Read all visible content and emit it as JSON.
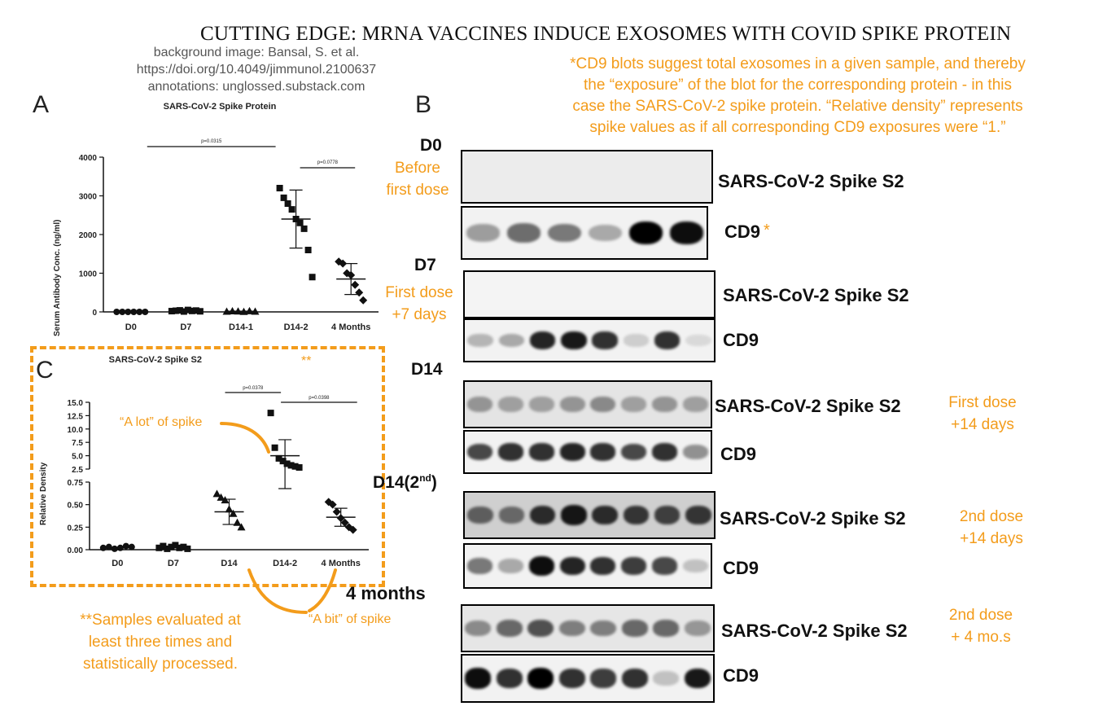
{
  "title": "CUTTING EDGE: MRNA VACCINES INDUCE EXOSOMES WITH COVID SPIKE PROTEIN",
  "credit": {
    "line1": "background image: Bansal, S. et al.",
    "line2": "https://doi.org/10.4049/jimmunol.2100637",
    "line3": "annotations: unglossed.substack.com"
  },
  "top_note": {
    "line1": "*CD9 blots suggest total exosomes in a given sample, and thereby",
    "line2": "the “exposure” of the blot for the corresponding protein - in this",
    "line3": "case the SARS-CoV-2 spike protein. “Relative density” represents",
    "line4": "spike values as if all corresponding CD9 exposures were “1.”"
  },
  "panel_a": {
    "letter": "A",
    "chart_data": {
      "type": "scatter",
      "title": "SARS-CoV-2 Spike Protein",
      "ylabel": "Serum Antibody Conc. (ng/ml)",
      "categories": [
        "D0",
        "D7",
        "D14-1",
        "D14-2",
        "4 Months"
      ],
      "ylim": [
        0,
        4000
      ],
      "yticks": [
        "0",
        "1000",
        "2000",
        "3000",
        "4000"
      ],
      "points": [
        [
          0,
          0,
          0,
          0,
          0,
          0
        ],
        [
          20,
          30,
          40,
          10,
          50,
          25,
          35,
          15
        ],
        [
          10,
          20,
          15,
          5,
          25,
          10
        ],
        [
          3200,
          2950,
          2800,
          2650,
          2400,
          2300,
          2150,
          1600,
          900
        ],
        [
          1300,
          1250,
          1000,
          950,
          700,
          500,
          300
        ]
      ],
      "means": [
        0,
        30,
        15,
        2400,
        850
      ],
      "sd": [
        0,
        10,
        5,
        750,
        400
      ],
      "significance": [
        {
          "from": 0,
          "to": 3,
          "label": "p=0.0315"
        },
        {
          "from": 3,
          "to": 4,
          "label": "p=0.0778"
        }
      ],
      "grid": false
    }
  },
  "panel_c": {
    "letter": "C",
    "star_suffix": "**",
    "chart_data": {
      "type": "scatter",
      "title": "SARS-CoV-2 Spike S2",
      "ylabel": "Relative Density",
      "categories": [
        "D0",
        "D7",
        "D14",
        "D14-2",
        "4 Months"
      ],
      "ylim_lower": [
        0,
        0.75
      ],
      "ylim_upper": [
        2.5,
        15.0
      ],
      "yticks_lower": [
        "0.00",
        "0.25",
        "0.50",
        "0.75"
      ],
      "yticks_upper": [
        "2.5",
        "5.0",
        "7.5",
        "10.0",
        "12.5",
        "15.0"
      ],
      "points": [
        [
          0.02,
          0.03,
          0.01,
          0.02,
          0.04,
          0.03
        ],
        [
          0.02,
          0.04,
          0.01,
          0.03,
          0.05,
          0.02,
          0.03,
          0.01
        ],
        [
          0.62,
          0.58,
          0.55,
          0.45,
          0.4,
          0.3,
          0.25
        ],
        [
          13.0,
          6.5,
          4.5,
          4.0,
          3.5,
          3.2,
          3.0,
          2.8
        ],
        [
          0.53,
          0.5,
          0.42,
          0.35,
          0.3,
          0.25,
          0.22
        ]
      ],
      "means": [
        0.02,
        0.03,
        0.42,
        5.0,
        0.36
      ],
      "sd": [
        0.01,
        0.01,
        0.14,
        3.0,
        0.1
      ],
      "significance": [
        {
          "from": 2,
          "to": 3,
          "label": "p=0.0378"
        },
        {
          "from": 3,
          "to": 4,
          "label": "p=0.0398"
        }
      ],
      "grid": false
    },
    "annotation_lot": "“A lot” of spike",
    "annotation_bit": "“A bit” of spike",
    "footnote": {
      "line1": "**Samples evaluated at",
      "line2": "least three times and",
      "line3": "statistically processed."
    }
  },
  "panel_b": {
    "letter": "B",
    "star": "*",
    "groups": [
      {
        "label": "D0",
        "note_line1": "Before",
        "note_line2": "first dose",
        "spike_label": "SARS-CoV-2 Spike S2",
        "cd9_label": "CD9"
      },
      {
        "label": "D7",
        "note_line1": "First dose",
        "note_line2": "+7 days",
        "spike_label": "SARS-CoV-2 Spike S2",
        "cd9_label": "CD9"
      },
      {
        "label": "D14",
        "note_line1": "First dose",
        "note_line2": "+14 days",
        "spike_label": "SARS-CoV-2 Spike S2",
        "cd9_label": "CD9"
      },
      {
        "label": "D14(2",
        "label_sup": "nd",
        "label_end": ")",
        "note_line1": "2nd dose",
        "note_line2": "+14 days",
        "spike_label": "SARS-CoV-2 Spike S2",
        "cd9_label": "CD9"
      },
      {
        "label": "4 months",
        "note_line1": "2nd dose",
        "note_line2": "+ 4 mo.s",
        "spike_label": "SARS-CoV-2 Spike S2",
        "cd9_label": "CD9"
      }
    ]
  },
  "colors": {
    "accent": "#f39c1b",
    "ink": "#111111"
  }
}
